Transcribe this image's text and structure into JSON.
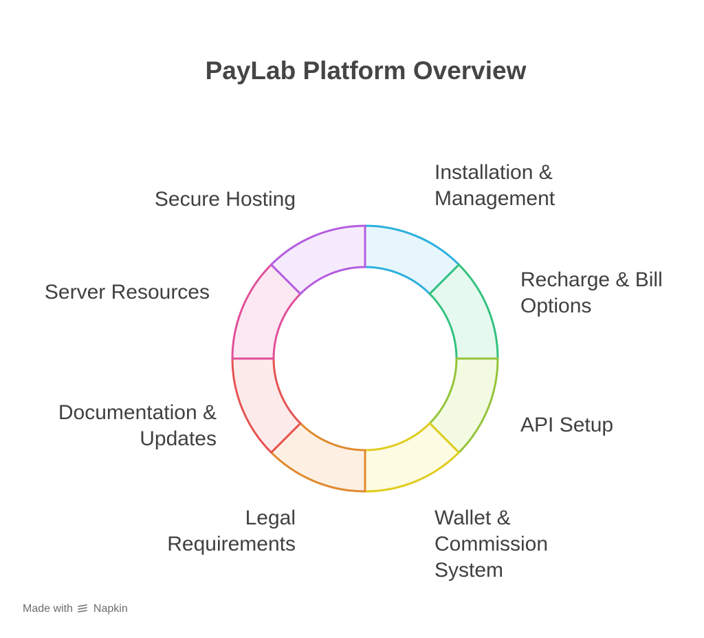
{
  "title": "PayLab Platform Overview",
  "segments": [
    {
      "lines": [
        "Installation &",
        "Management"
      ],
      "color": "#2bb0dd",
      "fill": "#e6f6fc"
    },
    {
      "lines": [
        "Recharge & Bill",
        "Options"
      ],
      "color": "#33c27f",
      "fill": "#e6f9ef"
    },
    {
      "lines": [
        "API Setup"
      ],
      "color": "#94c43a",
      "fill": "#f2fbe2"
    },
    {
      "lines": [
        "Wallet &",
        "Commission",
        "System"
      ],
      "color": "#e0cc1f",
      "fill": "#fdfbe1"
    },
    {
      "lines": [
        "Legal",
        "Requirements"
      ],
      "color": "#e08a2e",
      "fill": "#fdf0e3"
    },
    {
      "lines": [
        "Documentation &",
        "Updates"
      ],
      "color": "#e65353",
      "fill": "#fdeaea"
    },
    {
      "lines": [
        "Server Resources"
      ],
      "color": "#e04f98",
      "fill": "#fce8f2"
    },
    {
      "lines": [
        "Secure Hosting"
      ],
      "color": "#b45de0",
      "fill": "#f6ebfc"
    }
  ],
  "watermark": {
    "text_prefix": "Made with",
    "brand": "Napkin",
    "icon": "napkin-logo-icon"
  }
}
